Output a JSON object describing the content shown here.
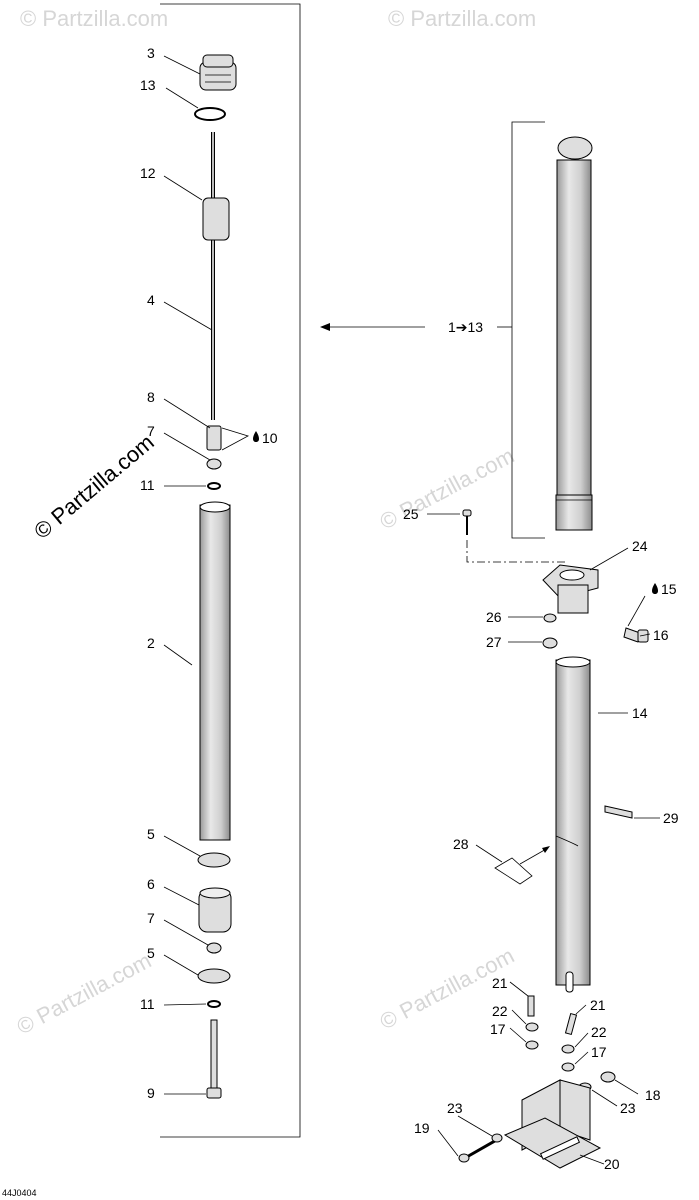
{
  "watermark": "© Partzilla.com",
  "diagram_code": "44J0404",
  "assembly_range": "1➔13",
  "lubricant_icon": "oil-drop-icon",
  "callouts_left": [
    {
      "id": "c3",
      "label": "3"
    },
    {
      "id": "c13",
      "label": "13"
    },
    {
      "id": "c12",
      "label": "12"
    },
    {
      "id": "c4",
      "label": "4"
    },
    {
      "id": "c8",
      "label": "8"
    },
    {
      "id": "c10",
      "label": "10"
    },
    {
      "id": "c7a",
      "label": "7"
    },
    {
      "id": "c11a",
      "label": "11"
    },
    {
      "id": "c2",
      "label": "2"
    },
    {
      "id": "c5a",
      "label": "5"
    },
    {
      "id": "c6",
      "label": "6"
    },
    {
      "id": "c7b",
      "label": "7"
    },
    {
      "id": "c5b",
      "label": "5"
    },
    {
      "id": "c11b",
      "label": "11"
    },
    {
      "id": "c9",
      "label": "9"
    }
  ],
  "callouts_right": [
    {
      "id": "c25",
      "label": "25"
    },
    {
      "id": "c24",
      "label": "24"
    },
    {
      "id": "c15",
      "label": "15"
    },
    {
      "id": "c26",
      "label": "26"
    },
    {
      "id": "c16",
      "label": "16"
    },
    {
      "id": "c27",
      "label": "27"
    },
    {
      "id": "c14",
      "label": "14"
    },
    {
      "id": "c29",
      "label": "29"
    },
    {
      "id": "c28",
      "label": "28"
    },
    {
      "id": "c21a",
      "label": "21"
    },
    {
      "id": "c21b",
      "label": "21"
    },
    {
      "id": "c22a",
      "label": "22"
    },
    {
      "id": "c17a",
      "label": "17"
    },
    {
      "id": "c22b",
      "label": "22"
    },
    {
      "id": "c17b",
      "label": "17"
    },
    {
      "id": "c18",
      "label": "18"
    },
    {
      "id": "c23a",
      "label": "23"
    },
    {
      "id": "c23b",
      "label": "23"
    },
    {
      "id": "c19",
      "label": "19"
    },
    {
      "id": "c20",
      "label": "20"
    }
  ]
}
